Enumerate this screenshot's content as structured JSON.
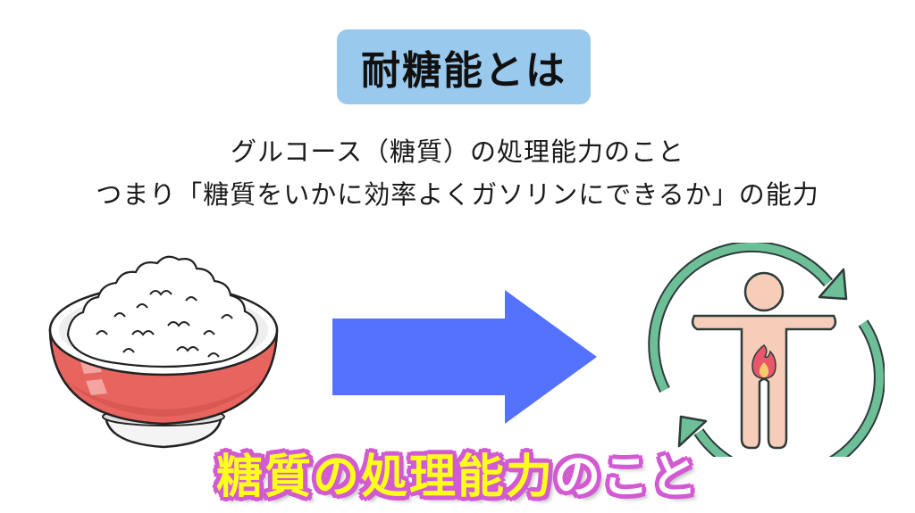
{
  "title": "耐糖能とは",
  "description": {
    "line1": "グルコース（糖質）の処理能力のこと",
    "line2": "つまり「糖質をいかに効率よくガソリンにできるか」の能力"
  },
  "illustrations": {
    "left": "rice-bowl-icon",
    "middle": "right-arrow-icon",
    "right": "human-metabolism-cycle-icon"
  },
  "subtitle": {
    "highlight": "糖質の処理能力",
    "rest": "のこと"
  },
  "colors": {
    "title_bg": "#99c9ec",
    "arrow": "#5572ff",
    "bowl": "#e8645f",
    "cycle_arrows": "#6dbf97",
    "subtitle_yellow": "#ffff1e",
    "subtitle_outline": "#d25ad2"
  }
}
